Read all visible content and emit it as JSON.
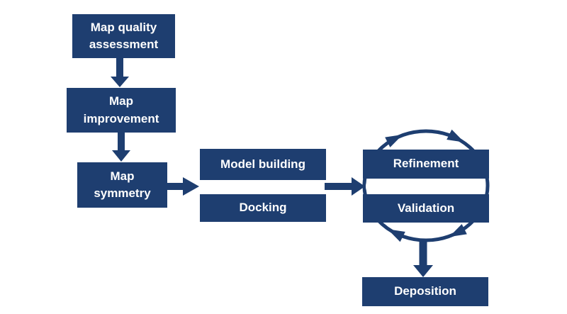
{
  "palette": {
    "navy": "#1e3e70",
    "box_text": "#ffffff",
    "background": "#ffffff"
  },
  "nodes": {
    "map_quality_assessment": {
      "label": "Map quality assessment",
      "lines": [
        "Map quality",
        "assessment"
      ]
    },
    "map_improvement": {
      "label": "Map improvement",
      "lines": [
        "Map",
        "improvement"
      ]
    },
    "map_symmetry": {
      "label": "Map symmetry",
      "lines": [
        "Map",
        "symmetry"
      ]
    },
    "model_building": {
      "label": "Model building",
      "lines": [
        "Model building"
      ]
    },
    "docking": {
      "label": "Docking",
      "lines": [
        "Docking"
      ]
    },
    "refinement": {
      "label": "Refinement",
      "lines": [
        "Refinement"
      ]
    },
    "validation": {
      "label": "Validation",
      "lines": [
        "Validation"
      ]
    },
    "deposition": {
      "label": "Deposition",
      "lines": [
        "Deposition"
      ]
    }
  },
  "edges": [
    {
      "from": "Map quality assessment",
      "to": "Map improvement",
      "type": "arrow-down"
    },
    {
      "from": "Map improvement",
      "to": "Map symmetry",
      "type": "arrow-down"
    },
    {
      "from": "Map symmetry",
      "to": "Model building / Docking",
      "type": "arrow-right"
    },
    {
      "from": "Model building / Docking",
      "to": "Refinement / Validation",
      "type": "arrow-right"
    },
    {
      "from": "Refinement",
      "to": "Validation",
      "type": "cycle",
      "direction": "clockwise"
    },
    {
      "from": "Refinement / Validation cycle",
      "to": "Deposition",
      "type": "arrow-down"
    }
  ]
}
